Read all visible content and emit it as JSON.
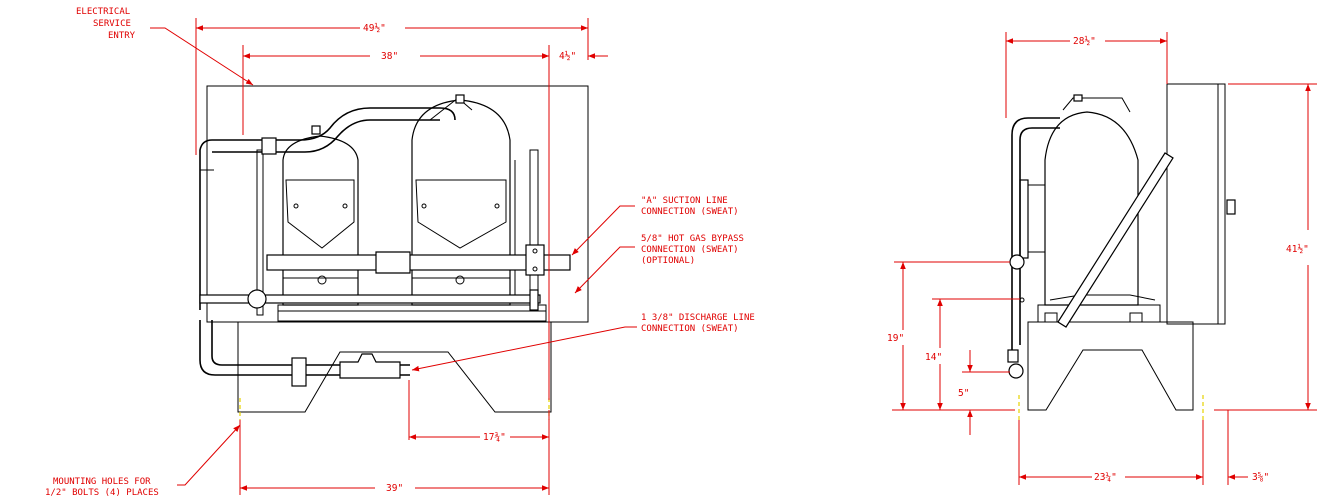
{
  "callouts": {
    "electrical": [
      "ELECTRICAL",
      "SERVICE",
      "ENTRY"
    ],
    "suction": [
      "\"A\" SUCTION LINE",
      "CONNECTION (SWEAT)"
    ],
    "hot_gas": [
      "5/8\" HOT GAS BYPASS",
      "CONNECTION (SWEAT)",
      "(OPTIONAL)"
    ],
    "discharge": [
      "1 3/8\" DISCHARGE LINE",
      "CONNECTION (SWEAT)"
    ],
    "mounting": [
      "MOUNTING HOLES FOR",
      "1/2\" BOLTS (4) PLACES"
    ]
  },
  "front_dims": {
    "overall_width": "49½\"",
    "inner_width": "38\"",
    "offset": "4½\"",
    "discharge_offset": "17¾\"",
    "bolt_span": "39\""
  },
  "side_dims": {
    "top_width": "28½\"",
    "height": "41½\"",
    "suction_height": "19\"",
    "hotgas_height": "14\"",
    "discharge_height": "5\"",
    "bolt_span": "23¼\"",
    "offset": "3⅝\""
  }
}
